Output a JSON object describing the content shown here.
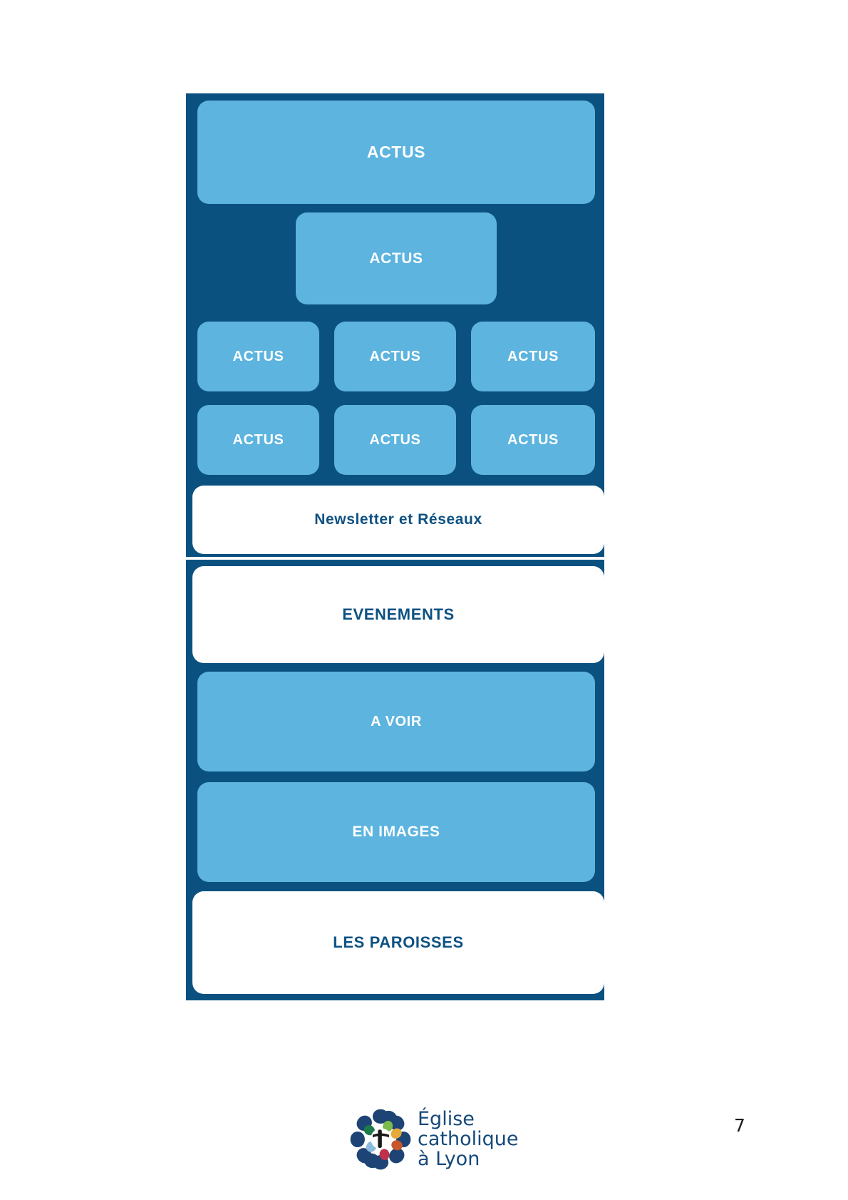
{
  "page": {
    "number": "7",
    "background_color": "#ffffff"
  },
  "colors": {
    "panel_blue": "#0b5180",
    "card_light_blue": "#5cb4df",
    "card_white": "#ffffff",
    "text_on_white": "#0d5182",
    "text_on_blue": "#ffffff",
    "logo_text": "#15497a"
  },
  "wireframe": {
    "top_panel": {
      "cards": [
        {
          "id": "actus-hero",
          "label": "ACTUS",
          "style": "light"
        },
        {
          "id": "actus-wide",
          "label": "ACTUS",
          "style": "light"
        },
        {
          "id": "actus-r1c1",
          "label": "ACTUS",
          "style": "light"
        },
        {
          "id": "actus-r1c2",
          "label": "ACTUS",
          "style": "light"
        },
        {
          "id": "actus-r1c3",
          "label": "ACTUS",
          "style": "light"
        },
        {
          "id": "actus-r2c1",
          "label": "ACTUS",
          "style": "light"
        },
        {
          "id": "actus-r2c2",
          "label": "ACTUS",
          "style": "light"
        },
        {
          "id": "actus-r2c3",
          "label": "ACTUS",
          "style": "light"
        },
        {
          "id": "newsletter",
          "label": "Newsletter et Réseaux",
          "style": "white"
        }
      ]
    },
    "bottom_panel": {
      "cards": [
        {
          "id": "evenements",
          "label": "EVENEMENTS",
          "style": "white"
        },
        {
          "id": "avoir",
          "label": "A VOIR",
          "style": "light"
        },
        {
          "id": "enimages",
          "label": "EN IMAGES",
          "style": "light"
        },
        {
          "id": "paroisses",
          "label": "LES PAROISSES",
          "style": "white"
        }
      ]
    }
  },
  "footer": {
    "logo": {
      "icon": "eglise-catholique-lyon-emblem",
      "line1": "Église",
      "line2": "catholique",
      "line3": "à Lyon"
    }
  }
}
